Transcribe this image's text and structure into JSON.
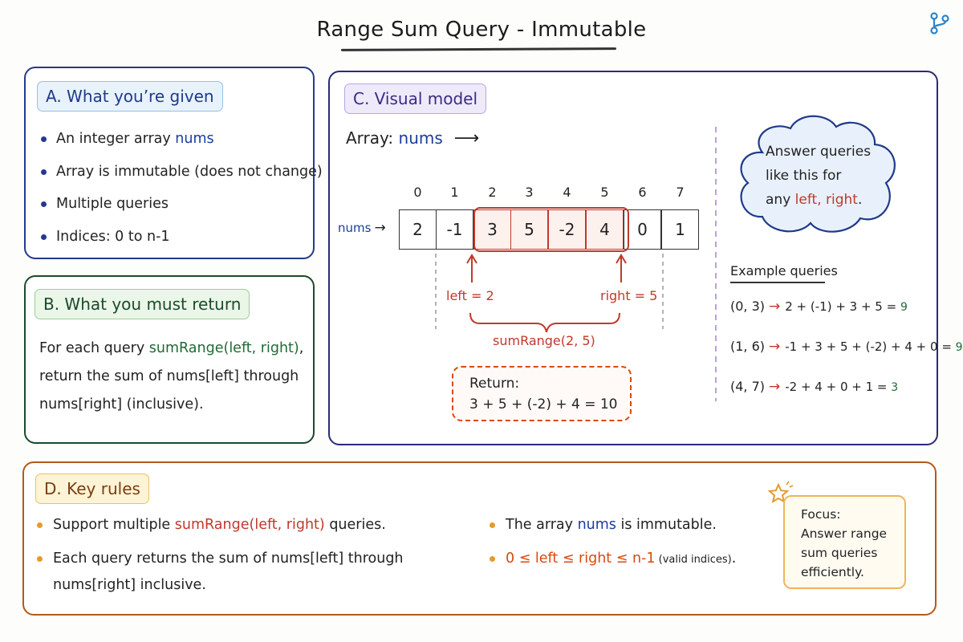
{
  "title": "Range Sum Query - Immutable",
  "panel_a": {
    "tag": "A. What you’re given",
    "items": [
      {
        "text": "An integer array ",
        "code": "nums"
      },
      {
        "text": "Array is immutable (does not change)"
      },
      {
        "text": "Multiple queries"
      },
      {
        "text": "Indices: 0 to n-1"
      }
    ]
  },
  "panel_b": {
    "tag": "B. What you must return",
    "pre": "For each query ",
    "code": "sumRange(left, right)",
    "post": ", return the sum of nums[left] through nums[right] (inclusive)."
  },
  "panel_c": {
    "tag": "C. Visual model",
    "array_label": "Array: ",
    "array_code": "nums",
    "array_arrow": "⟶",
    "side_label": "nums",
    "side_arrow": "→",
    "indices": [
      "0",
      "1",
      "2",
      "3",
      "4",
      "5",
      "6",
      "7"
    ],
    "values": [
      "2",
      "-1",
      "3",
      "5",
      "-2",
      "4",
      "0",
      "1"
    ],
    "left_label": "left = 2",
    "right_label": "right = 5",
    "sum_label": "sumRange(2, 5)",
    "return_title": "Return:",
    "return_expr": "3 + 5 + (-2) + 4 = 10",
    "cloud": {
      "line1": "Answer queries",
      "line2": "like this for",
      "line3_pre": "any ",
      "line3_code": "left, right",
      "line3_post": "."
    },
    "examples_title": "Example queries",
    "examples": [
      {
        "query": "(0, 3)",
        "expr": "2 + (-1) + 3 + 5 = ",
        "result": "9"
      },
      {
        "query": "(1, 6)",
        "expr": "-1 + 3 + 5 + (-2) + 4 + 0 = ",
        "result": "9"
      },
      {
        "query": "(4, 7)",
        "expr": "-2 + 4 + 0 + 1 = ",
        "result": "3"
      }
    ],
    "example_arrow": "→"
  },
  "panel_d": {
    "tag": "D. Key rules",
    "rule1_pre": "Support multiple ",
    "rule1_code": "sumRange(left, right)",
    "rule1_post": " queries.",
    "rule2": "Each query returns the sum of nums[left] through nums[right] inclusive.",
    "rule3_pre": "The array ",
    "rule3_code": "nums",
    "rule3_post": " is immutable.",
    "rule4_code": "0 ≤ left ≤ right ≤ n-1",
    "rule4_small": " (valid indices)",
    "rule4_post": ".",
    "focus_title": "Focus:",
    "focus_body": "Answer range sum queries efficiently."
  },
  "colors": {
    "panel_a": "#253a8c",
    "panel_b": "#1c4a2c",
    "panel_c": "#2a2a7a",
    "panel_d": "#b55a17",
    "highlight": "#c0392b",
    "accent_orange": "#d9480f"
  },
  "icons": [
    "branch-icon",
    "star-icon",
    "cloud-shape"
  ]
}
